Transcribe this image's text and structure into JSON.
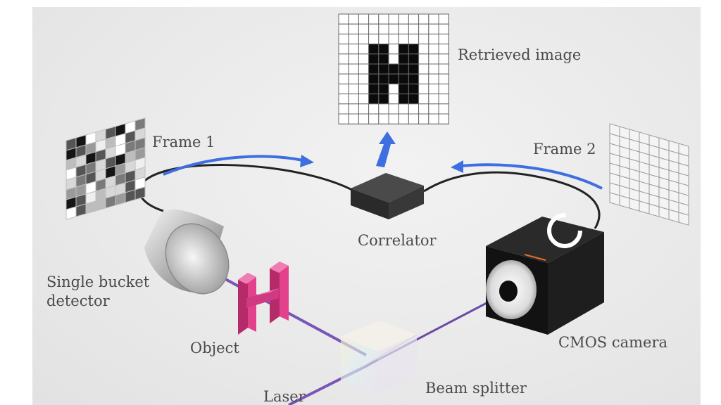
{
  "labels": {
    "retrieved_image": "Retrieved image",
    "frame1": "Frame 1",
    "frame2": "Frame 2",
    "correlator": "Correlator",
    "bucket_detector_line1": "Single bucket",
    "bucket_detector_line2": "detector",
    "object": "Object",
    "cmos_camera": "CMOS camera",
    "beam_splitter": "Beam splitter",
    "laser": "Laser"
  },
  "colors": {
    "arrow": "#3d6fe0",
    "beam": "#7a55b8",
    "object": "#e3418c",
    "cable": "#222222",
    "correlator": "#3a3a3a",
    "camera": "#161616"
  },
  "icons": {
    "retrieved": "h-letter-grid",
    "frame1": "random-speckle-pattern",
    "frame2": "blank-grid-pattern",
    "detector": "bucket-detector",
    "object": "h-shaped-object",
    "camera": "cmos-camera",
    "splitter": "beam-splitter-cube",
    "correlator": "correlator-box"
  }
}
